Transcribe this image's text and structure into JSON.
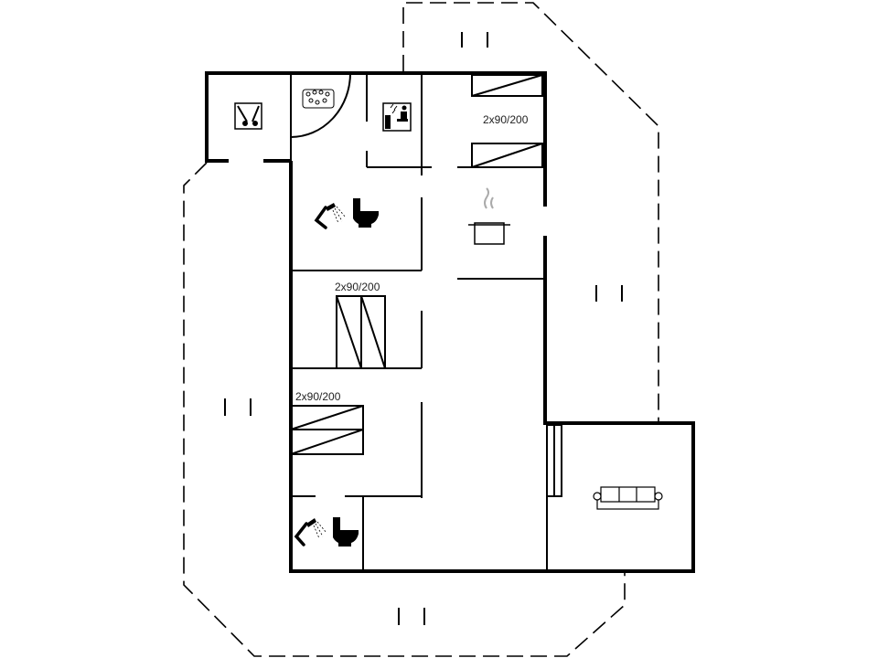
{
  "plan": {
    "bed_labels": [
      "2x90/200",
      "2x90/200",
      "2x90/200"
    ],
    "icons": [
      "hot-tub-icon",
      "spa-icon",
      "sauna-icon",
      "shower-icon",
      "toilet-icon",
      "cooking-pot-icon",
      "sofa-icon",
      "shower-icon",
      "toilet-icon"
    ],
    "colors": {
      "line": "#000000",
      "background": "#ffffff"
    }
  }
}
